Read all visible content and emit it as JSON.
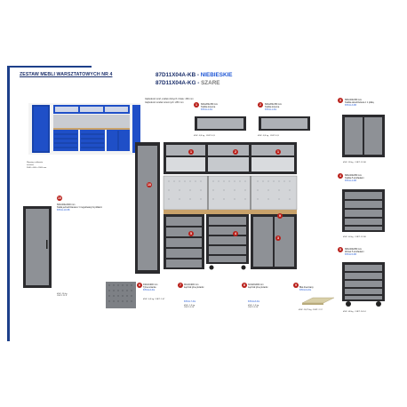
{
  "header": {
    "title": "ZESTAW MEBLI WARSZTATOWYCH NR 4",
    "code_blue_prefix": "87D11X04A-KB - ",
    "code_blue_suffix": "NIEBIESKIE",
    "code_grey_prefix": "87D11X04A-KG - ",
    "code_grey_suffix": "SZARE"
  },
  "depth_note": {
    "line1": "Głębokość szaf, szafek dolnych i blatu: 460 mm",
    "line2": "Głębokość szafek ściennych: 280 mm"
  },
  "colors": {
    "frame_blue": "#1d3f8a",
    "cabinet_dark": "#2b2b2e",
    "cabinet_grey": "#8e9196",
    "blue_cabinet": "#1f4fc7",
    "marker_red": "#b9201a",
    "wood": "#c9a26a"
  },
  "items": [
    {
      "num": "1",
      "name": "Szafka ścienna",
      "code": "87D11-2-KG",
      "dims": "600x280x350 mm",
      "weight": "Ø.W.: 8,5 kg",
      "cbm": "CUFT: 0,9"
    },
    {
      "num": "2",
      "name": "Szafka ścienna",
      "code": "87D11-1-KG",
      "dims": "600x280x350 mm",
      "weight": "Ø.W.: 8,5 kg",
      "cbm": "CUFT: 0,9"
    },
    {
      "num": "3",
      "name": "Szafka dwudrzwiowa z 1 półką",
      "code": "87D11-3-KB",
      "dims": "680x460x950 mm",
      "weight": "Ø.W.: 33 kg",
      "cbm": "CUFT: 12.08"
    },
    {
      "num": "4",
      "name": "Szafka 5 szufladami",
      "code": "87D11-4-KB",
      "dims": "680x460x850 mm",
      "weight": "Ø.W.: 44 kg",
      "cbm": "CUFT: 12.08"
    },
    {
      "num": "5",
      "name": "Wózek 5 szufladami",
      "code": "87D11-5-KB",
      "dims": "680x460x850 mm",
      "weight": "Ø.W.: 48 kg",
      "cbm": "CUFT: 16.14"
    },
    {
      "num": "6",
      "name": "Tylna ścianka",
      "code": "87D11-6-KG",
      "dims": "910x0x900 mm",
      "weight": "Ø.W.: 6,3 kg",
      "cbm": "CUFT: 1.47"
    },
    {
      "num": "7",
      "name": "Łącznik tylnej ścianki",
      "code": "87D11-7-KG",
      "dims": "90x10x900 mm",
      "weight": "Ø.W.: 1,3 kg",
      "cbm": "CUFT: 0.24"
    },
    {
      "num": "8",
      "name": "Łącznik tylnej ścianki",
      "code": "87D11-8-KG",
      "dims": "32x320x900 mm",
      "weight": "Ø.W.: 1,3 kg",
      "cbm": "CUFT: 0.24"
    },
    {
      "num": "9",
      "name": "Blat drewniany",
      "code": "87D11-9-KG",
      "dims": "",
      "weight": "Ø.W.: 18,75 kg",
      "cbm": "CUFT: 2.17"
    },
    {
      "num": "10",
      "name": "Szafa jednodrzwiowa z 4 regulowanymi półkami",
      "code": "87D11-10-KB",
      "dims": "600x460x2000 mm",
      "weight": "Ø.W.: 55 kg",
      "cbm": "CUFT: 21.3"
    }
  ],
  "thumb_note": {
    "line1": "Wymiary całkowite",
    "line2": "zestawu",
    "line3": "3040 x 460 x 2000 mm"
  }
}
